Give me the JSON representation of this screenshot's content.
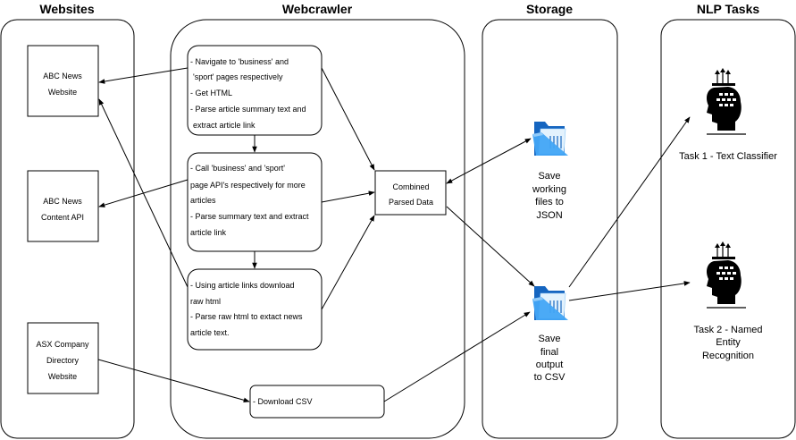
{
  "lanes": {
    "websites": "Websites",
    "webcrawler": "Webcrawler",
    "storage": "Storage",
    "nlp": "NLP Tasks"
  },
  "websites": {
    "abc_news_website": [
      "ABC News",
      "Website"
    ],
    "abc_news_api": [
      "ABC News",
      "Content API"
    ],
    "asx_directory": [
      "ASX Company",
      "Directory",
      "Website"
    ]
  },
  "crawler": {
    "step1": [
      "- Navigate to 'business' and",
      "'sport' pages respectively",
      "- Get HTML",
      "- Parse article summary text and",
      "extract article link"
    ],
    "step2": [
      "- Call 'business' and   'sport'",
      "page API's respectively for more",
      "articles",
      "- Parse summary text and extract",
      "article link"
    ],
    "step3": [
      "- Using article links download",
      "raw html",
      "- Parse raw html to extact news",
      "article text."
    ],
    "combined": [
      "Combined",
      "Parsed Data"
    ],
    "download_csv": "- Download CSV"
  },
  "storage": {
    "json": [
      "Save",
      "working",
      "files to",
      "JSON"
    ],
    "csv": [
      "Save",
      "final",
      "output",
      "to CSV"
    ]
  },
  "nlp": {
    "task1": [
      "Task 1 - Text Classifier"
    ],
    "task2": [
      "Task 2 - Named",
      "Entity",
      "Recognition"
    ]
  },
  "colors": {
    "folder_blue": "#1e88e5",
    "folder_light": "#64b5f6",
    "stroke": "#000000"
  },
  "icons": {
    "storage": "folder-icon",
    "nlp": "ai-head-icon"
  }
}
